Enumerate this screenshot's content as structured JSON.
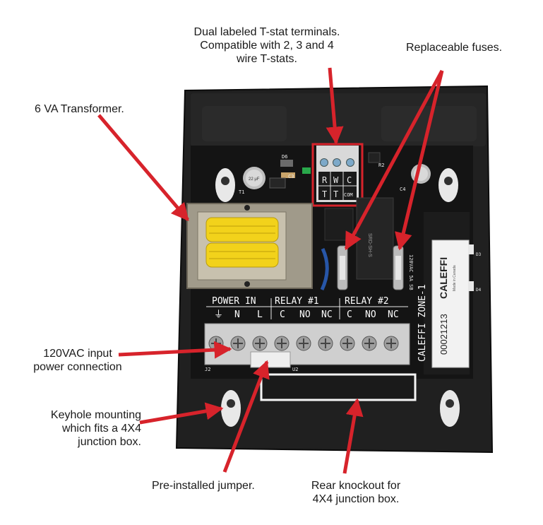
{
  "colors": {
    "arrow": "#d7232b",
    "case": "#1e1e1e",
    "board": "#141414",
    "coil": "#f2d21b"
  },
  "callouts": {
    "tstat": [
      "Dual labeled T-stat terminals.",
      "Compatible with 2, 3 and 4",
      "wire T-stats."
    ],
    "fuses": [
      "Replaceable fuses."
    ],
    "transformer": [
      "6 VA Transformer."
    ],
    "power": [
      "120VAC input",
      "power connection"
    ],
    "keyhole": [
      "Keyhole mounting",
      "which fits a 4X4",
      "junction box."
    ],
    "jumper": [
      "Pre-installed jumper."
    ],
    "knockout": [
      "Rear knockout for",
      "4X4 junction box."
    ]
  },
  "board": {
    "header_power": "POWER IN",
    "header_relay1": "RELAY #1",
    "header_relay2": "RELAY #2",
    "terms_power": [
      "⏚",
      "N",
      "L"
    ],
    "terms_relay1": [
      "C",
      "NO",
      "NC"
    ],
    "terms_relay2": [
      "C",
      "NO",
      "NC"
    ],
    "tstat_top": [
      "R",
      "W",
      "C"
    ],
    "tstat_bottom": [
      "T",
      "T",
      "COM"
    ],
    "label_brand": "CALEFFI",
    "label_made": "Made in Canada",
    "label_serial": "00021213",
    "model": "CALEFFI ZONE-1",
    "fuse_rating": "120VAC 5A SB",
    "cap_label": "22 μF",
    "refs": [
      "D6",
      "C3",
      "C4",
      "T1",
      "J2",
      "U2",
      "D3",
      "D4",
      "R2"
    ]
  }
}
